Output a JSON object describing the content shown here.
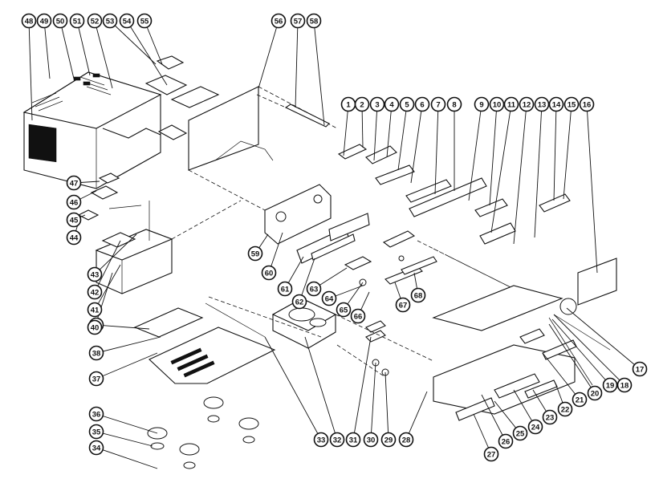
{
  "callouts": [
    {
      "id": "c1",
      "label": "1"
    },
    {
      "id": "c2",
      "label": "2"
    },
    {
      "id": "c3",
      "label": "3"
    },
    {
      "id": "c4",
      "label": "4"
    },
    {
      "id": "c5",
      "label": "5"
    },
    {
      "id": "c6",
      "label": "6"
    },
    {
      "id": "c7",
      "label": "7"
    },
    {
      "id": "c8",
      "label": "8"
    },
    {
      "id": "c9",
      "label": "9"
    },
    {
      "id": "c10",
      "label": "10"
    },
    {
      "id": "c11",
      "label": "11"
    },
    {
      "id": "c12",
      "label": "12"
    },
    {
      "id": "c13",
      "label": "13"
    },
    {
      "id": "c14",
      "label": "14"
    },
    {
      "id": "c15",
      "label": "15"
    },
    {
      "id": "c16",
      "label": "16"
    },
    {
      "id": "c17",
      "label": "17"
    },
    {
      "id": "c18",
      "label": "18"
    },
    {
      "id": "c19",
      "label": "19"
    },
    {
      "id": "c20",
      "label": "20"
    },
    {
      "id": "c21",
      "label": "21"
    },
    {
      "id": "c22",
      "label": "22"
    },
    {
      "id": "c23",
      "label": "23"
    },
    {
      "id": "c24",
      "label": "24"
    },
    {
      "id": "c25",
      "label": "25"
    },
    {
      "id": "c26",
      "label": "26"
    },
    {
      "id": "c27",
      "label": "27"
    },
    {
      "id": "c28",
      "label": "28"
    },
    {
      "id": "c29",
      "label": "29"
    },
    {
      "id": "c30",
      "label": "30"
    },
    {
      "id": "c31",
      "label": "31"
    },
    {
      "id": "c32",
      "label": "32"
    },
    {
      "id": "c33",
      "label": "33"
    },
    {
      "id": "c34",
      "label": "34"
    },
    {
      "id": "c35",
      "label": "35"
    },
    {
      "id": "c36",
      "label": "36"
    },
    {
      "id": "c37",
      "label": "37"
    },
    {
      "id": "c38",
      "label": "38"
    },
    {
      "id": "c39",
      "label": "39"
    },
    {
      "id": "c40",
      "label": "40"
    },
    {
      "id": "c41",
      "label": "41"
    },
    {
      "id": "c42",
      "label": "42"
    },
    {
      "id": "c43",
      "label": "43"
    },
    {
      "id": "c44",
      "label": "44"
    },
    {
      "id": "c45",
      "label": "45"
    },
    {
      "id": "c46",
      "label": "46"
    },
    {
      "id": "c47",
      "label": "47"
    },
    {
      "id": "c48",
      "label": "48"
    },
    {
      "id": "c49",
      "label": "49"
    },
    {
      "id": "c50",
      "label": "50"
    },
    {
      "id": "c51",
      "label": "51"
    },
    {
      "id": "c52",
      "label": "52"
    },
    {
      "id": "c53",
      "label": "53"
    },
    {
      "id": "c54",
      "label": "54"
    },
    {
      "id": "c55",
      "label": "55"
    },
    {
      "id": "c56",
      "label": "56"
    },
    {
      "id": "c57",
      "label": "57"
    },
    {
      "id": "c58",
      "label": "58"
    },
    {
      "id": "c59",
      "label": "59"
    },
    {
      "id": "c60",
      "label": "60"
    },
    {
      "id": "c61",
      "label": "61"
    },
    {
      "id": "c62",
      "label": "62"
    },
    {
      "id": "c63",
      "label": "63"
    },
    {
      "id": "c64",
      "label": "64"
    },
    {
      "id": "c65",
      "label": "65"
    },
    {
      "id": "c66",
      "label": "66"
    },
    {
      "id": "c67",
      "label": "67"
    },
    {
      "id": "c68",
      "label": "68"
    }
  ]
}
